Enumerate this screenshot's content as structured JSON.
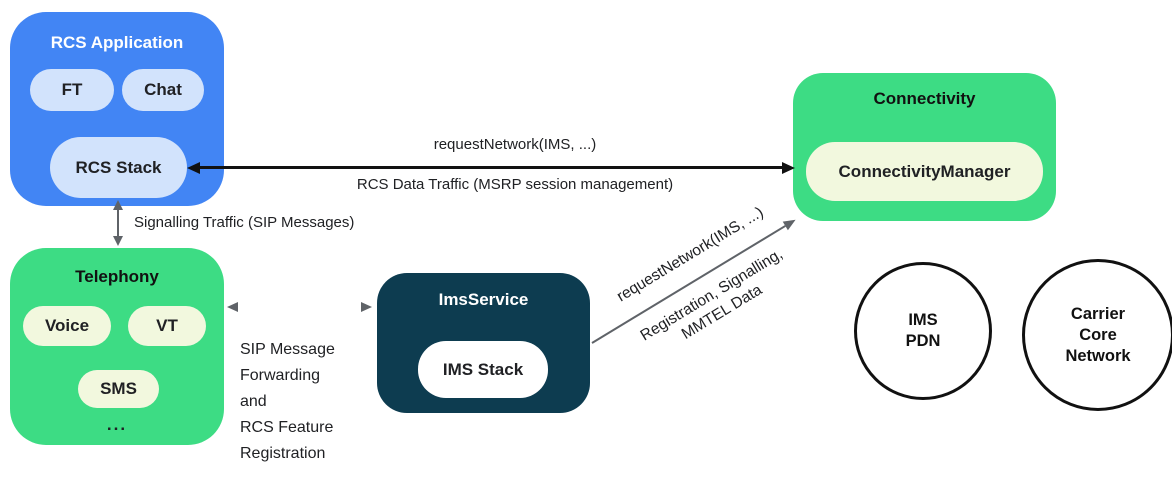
{
  "diagram": {
    "rcs_app": {
      "title": "RCS Application",
      "pill_ft": "FT",
      "pill_chat": "Chat",
      "pill_stack": "RCS Stack"
    },
    "telephony": {
      "title": "Telephony",
      "pill_voice": "Voice",
      "pill_vt": "VT",
      "pill_sms": "SMS",
      "more": "..."
    },
    "connectivity": {
      "title": "Connectivity",
      "pill_manager": "ConnectivityManager"
    },
    "ims_service": {
      "title": "ImsService",
      "pill_stack": "IMS Stack"
    },
    "circles": {
      "ims_pdn": "IMS\nPDN",
      "carrier": "Carrier\nCore\nNetwork"
    },
    "labels": {
      "request_network_top": "requestNetwork(IMS, ...)",
      "rcs_data_traffic": "RCS Data Traffic (MSRP session management)",
      "signalling_traffic": "Signalling Traffic (SIP Messages)",
      "sip_forwarding": "SIP Message\nForwarding\nand\nRCS Feature\nRegistration",
      "request_network_diag": "requestNetwork(IMS, ...)",
      "registration_signalling": "Registration, Signalling,\nMMTEL Data"
    },
    "colors": {
      "blue": "#4285F4",
      "light_blue": "#D2E3FC",
      "green": "#3DDC84",
      "pale": "#F2F8DE",
      "navy": "#0D3C50",
      "arrow_grey": "#5F6368"
    }
  }
}
